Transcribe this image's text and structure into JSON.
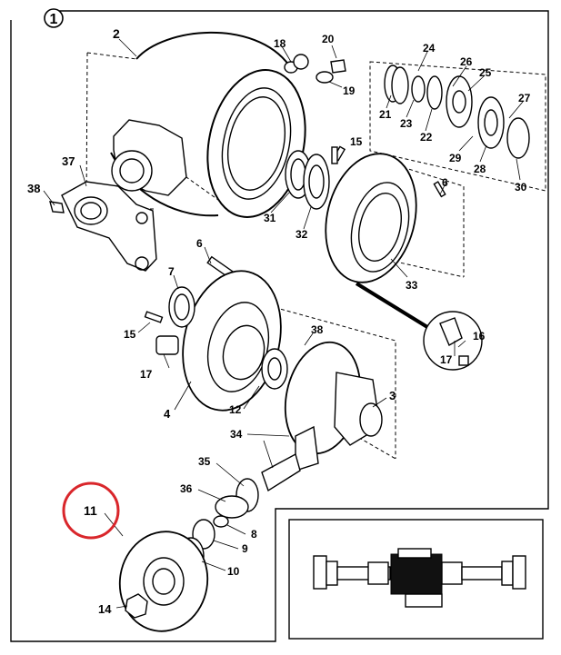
{
  "figure_number": "1",
  "highlighted_callout": "11",
  "highlight_color": "#d9262b",
  "callouts": {
    "c1": "1",
    "c2": "2",
    "c3": "3",
    "c4": "4",
    "c6a": "6",
    "c6b": "6",
    "c7": "7",
    "c8": "8",
    "c9": "9",
    "c10": "10",
    "c11": "11",
    "c12": "12",
    "c14": "14",
    "c15a": "15",
    "c15b": "15",
    "c16": "16",
    "c17a": "17",
    "c17b": "17",
    "c18": "18",
    "c19": "19",
    "c20": "20",
    "c21": "21",
    "c22": "22",
    "c23": "23",
    "c24": "24",
    "c25": "25",
    "c26": "26",
    "c27": "27",
    "c28": "28",
    "c29": "29",
    "c30": "30",
    "c31": "31",
    "c32": "32",
    "c33": "33",
    "c34": "34",
    "c35": "35",
    "c36": "36",
    "c37": "37",
    "c38a": "38",
    "c38b": "38"
  }
}
